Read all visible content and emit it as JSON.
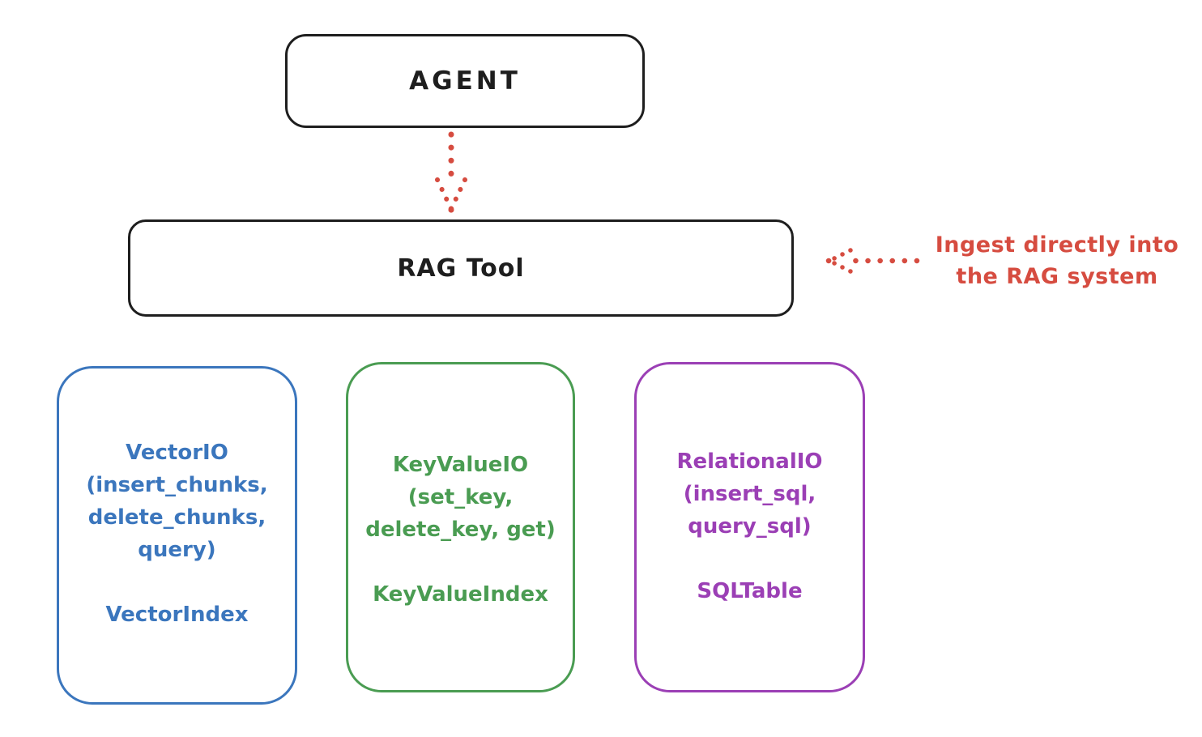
{
  "colors": {
    "ink": "#1e1e1e",
    "red": "#d64c40",
    "blue": "#3b76bd",
    "green": "#4a9c52",
    "purple": "#9b3fb5"
  },
  "diagram": {
    "agent": {
      "label": "AGENT"
    },
    "rag_tool": {
      "label": "RAG Tool"
    },
    "annotation": {
      "line1": "Ingest directly into",
      "line2": "the RAG system"
    },
    "arrows": [
      {
        "name": "agent-to-rag-tool",
        "style": "dotted",
        "color": "#d64c40",
        "direction": "down"
      },
      {
        "name": "ingest-into-rag",
        "style": "dotted",
        "color": "#d64c40",
        "direction": "left"
      }
    ],
    "boxes": [
      {
        "name": "vector-io",
        "color": "#3b76bd",
        "lines": [
          "VectorIO",
          "(insert_chunks,",
          "delete_chunks,",
          "query)"
        ],
        "footer": "VectorIndex"
      },
      {
        "name": "keyvalue-io",
        "color": "#4a9c52",
        "lines": [
          "KeyValueIO",
          "(set_key,",
          "delete_key, get)"
        ],
        "footer": "KeyValueIndex"
      },
      {
        "name": "relational-io",
        "color": "#9b3fb5",
        "lines": [
          "RelationalIO",
          "(insert_sql,",
          "query_sql)"
        ],
        "footer": "SQLTable"
      }
    ]
  }
}
